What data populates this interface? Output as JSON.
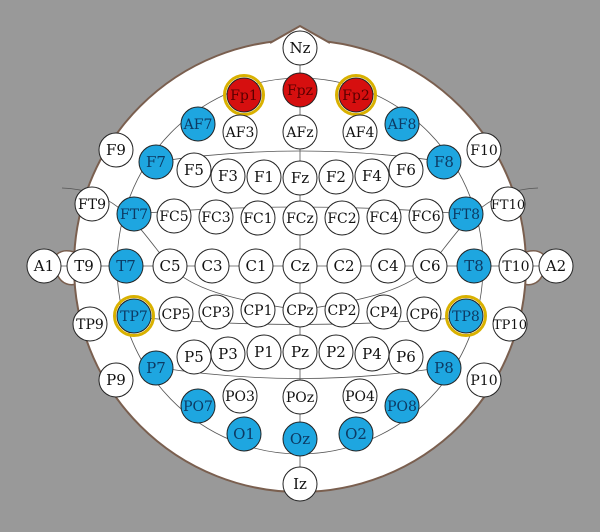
{
  "background": "#999999",
  "colors": {
    "head_fill": "#ffffff",
    "head_outline": "#7a5f4f",
    "electrode_default": "#ffffff",
    "electrode_blue": "#1ea6e0",
    "electrode_red": "#d60f0f",
    "highlight_ring": "#d9b100",
    "text_default": "#111111",
    "text_on_blue": "#0d3a63",
    "text_on_red": "#5a0000"
  },
  "electrodes": [
    {
      "label": "Nz",
      "color": "default"
    },
    {
      "label": "Fp1",
      "color": "red",
      "ring": true
    },
    {
      "label": "Fpz",
      "color": "red"
    },
    {
      "label": "Fp2",
      "color": "red",
      "ring": true
    },
    {
      "label": "AF7",
      "color": "blue"
    },
    {
      "label": "AF3",
      "color": "default"
    },
    {
      "label": "AFz",
      "color": "default"
    },
    {
      "label": "AF4",
      "color": "default"
    },
    {
      "label": "AF8",
      "color": "blue"
    },
    {
      "label": "F9",
      "color": "default"
    },
    {
      "label": "F7",
      "color": "blue"
    },
    {
      "label": "F5",
      "color": "default"
    },
    {
      "label": "F3",
      "color": "default"
    },
    {
      "label": "F1",
      "color": "default"
    },
    {
      "label": "Fz",
      "color": "default"
    },
    {
      "label": "F2",
      "color": "default"
    },
    {
      "label": "F4",
      "color": "default"
    },
    {
      "label": "F6",
      "color": "default"
    },
    {
      "label": "F8",
      "color": "blue"
    },
    {
      "label": "F10",
      "color": "default"
    },
    {
      "label": "FT9",
      "color": "default"
    },
    {
      "label": "FT7",
      "color": "blue"
    },
    {
      "label": "FC5",
      "color": "default"
    },
    {
      "label": "FC3",
      "color": "default"
    },
    {
      "label": "FC1",
      "color": "default"
    },
    {
      "label": "FCz",
      "color": "default"
    },
    {
      "label": "FC2",
      "color": "default"
    },
    {
      "label": "FC4",
      "color": "default"
    },
    {
      "label": "FC6",
      "color": "default"
    },
    {
      "label": "FT8",
      "color": "blue"
    },
    {
      "label": "FT10",
      "color": "default"
    },
    {
      "label": "A1",
      "color": "default"
    },
    {
      "label": "T9",
      "color": "default"
    },
    {
      "label": "T7",
      "color": "blue"
    },
    {
      "label": "C5",
      "color": "default"
    },
    {
      "label": "C3",
      "color": "default"
    },
    {
      "label": "C1",
      "color": "default"
    },
    {
      "label": "Cz",
      "color": "default"
    },
    {
      "label": "C2",
      "color": "default"
    },
    {
      "label": "C4",
      "color": "default"
    },
    {
      "label": "C6",
      "color": "default"
    },
    {
      "label": "T8",
      "color": "blue"
    },
    {
      "label": "T10",
      "color": "default"
    },
    {
      "label": "A2",
      "color": "default"
    },
    {
      "label": "TP9",
      "color": "default"
    },
    {
      "label": "TP7",
      "color": "blue",
      "ring": true
    },
    {
      "label": "CP5",
      "color": "default"
    },
    {
      "label": "CP3",
      "color": "default"
    },
    {
      "label": "CP1",
      "color": "default"
    },
    {
      "label": "CPz",
      "color": "default"
    },
    {
      "label": "CP2",
      "color": "default"
    },
    {
      "label": "CP4",
      "color": "default"
    },
    {
      "label": "CP6",
      "color": "default"
    },
    {
      "label": "TP8",
      "color": "blue",
      "ring": true
    },
    {
      "label": "TP10",
      "color": "default"
    },
    {
      "label": "P9",
      "color": "default"
    },
    {
      "label": "P7",
      "color": "blue"
    },
    {
      "label": "P5",
      "color": "default"
    },
    {
      "label": "P3",
      "color": "default"
    },
    {
      "label": "P1",
      "color": "default"
    },
    {
      "label": "Pz",
      "color": "default"
    },
    {
      "label": "P2",
      "color": "default"
    },
    {
      "label": "P4",
      "color": "default"
    },
    {
      "label": "P6",
      "color": "default"
    },
    {
      "label": "P8",
      "color": "blue"
    },
    {
      "label": "P10",
      "color": "default"
    },
    {
      "label": "PO7",
      "color": "blue"
    },
    {
      "label": "PO3",
      "color": "default"
    },
    {
      "label": "POz",
      "color": "default"
    },
    {
      "label": "PO4",
      "color": "default"
    },
    {
      "label": "PO8",
      "color": "blue"
    },
    {
      "label": "O1",
      "color": "blue"
    },
    {
      "label": "Oz",
      "color": "blue"
    },
    {
      "label": "O2",
      "color": "blue"
    },
    {
      "label": "Iz",
      "color": "default"
    }
  ]
}
